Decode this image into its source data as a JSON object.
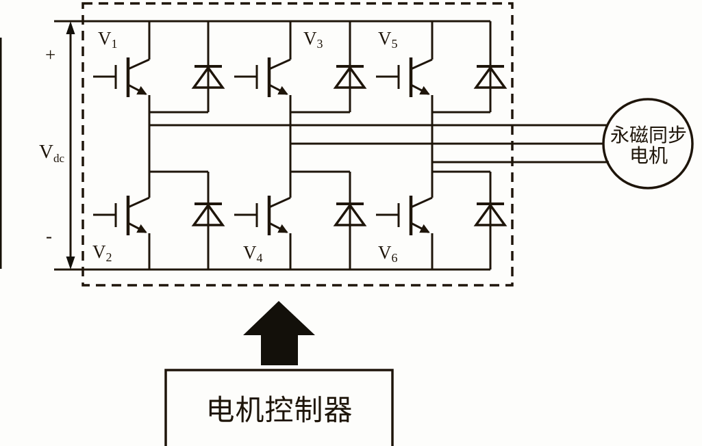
{
  "diagram": {
    "type": "three-phase-inverter-circuit",
    "colors": {
      "line": "#1e150a",
      "background": "#fdfdfb",
      "arrow_fill": "#13100a"
    },
    "labels": {
      "v1": {
        "main": "V",
        "sub": "1"
      },
      "v2": {
        "main": "V",
        "sub": "2"
      },
      "v3": {
        "main": "V",
        "sub": "3"
      },
      "v4": {
        "main": "V",
        "sub": "4"
      },
      "v5": {
        "main": "V",
        "sub": "5"
      },
      "v6": {
        "main": "V",
        "sub": "6"
      }
    },
    "dc_bus": {
      "vdc": {
        "main": "V",
        "sub": "dc"
      },
      "plus": "+",
      "minus": "-"
    },
    "motor": {
      "line1": "永磁同步",
      "line2": "电机"
    },
    "controller": {
      "label": "电机控制器"
    }
  }
}
